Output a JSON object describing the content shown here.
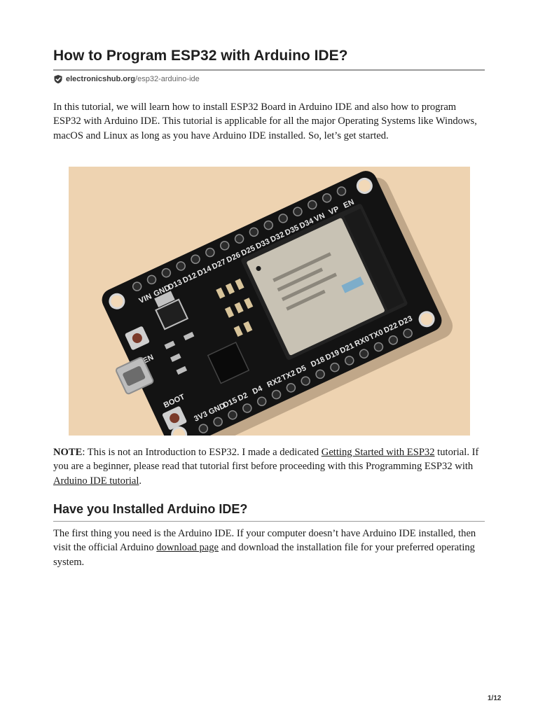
{
  "article": {
    "title": "How to Program ESP32 with Arduino IDE?",
    "source": {
      "domain": "electronicshub.org",
      "path": "/esp32-arduino-ide"
    },
    "intro": "In this tutorial, we will learn how to install ESP32 Board in Arduino IDE and also how to program ESP32 with Arduino IDE. This tutorial is applicable for all the major Operating Systems like Windows, macOS and Linux as long as you have Arduino IDE installed. So, let’s get started.",
    "photo": {
      "board_labels": {
        "top_pins": [
          "VIN",
          "GND",
          "D13",
          "D12",
          "D14",
          "D27",
          "D26",
          "D25",
          "D33",
          "D32",
          "D35",
          "D34",
          "VN",
          "VP",
          "EN"
        ],
        "bottom_pins": [
          "3V3",
          "GND",
          "D15",
          "D2",
          "D4",
          "RX2",
          "TX2",
          "D5",
          "D18",
          "D19",
          "D21",
          "RX0",
          "TX0",
          "D22",
          "D23"
        ],
        "button_en": "EN",
        "button_boot": "BOOT"
      }
    },
    "note": {
      "label": "NOTE",
      "text_1": ": This is not an Introduction to ESP32. I made a dedicated ",
      "link_1": "Getting Started with ESP32",
      "text_2": " tutorial. If you are a beginner, please read that tutorial first before proceeding with this Programming ESP32 with ",
      "link_2": "Arduino IDE tutorial",
      "text_3": "."
    },
    "section": {
      "heading": "Have you Installed Arduino IDE?",
      "text_1": "The first thing you need is the Arduino IDE. If your computer doesn’t have Arduino IDE installed, then visit the official Arduino ",
      "link": "download page",
      "text_2": " and download the installation file for your preferred operating system."
    }
  },
  "footer": {
    "page_number": "1/12"
  },
  "colors": {
    "board": "#131313",
    "background": "#f4dcbd",
    "module": "#c9c3b6",
    "rule": "#9a9a9a"
  }
}
